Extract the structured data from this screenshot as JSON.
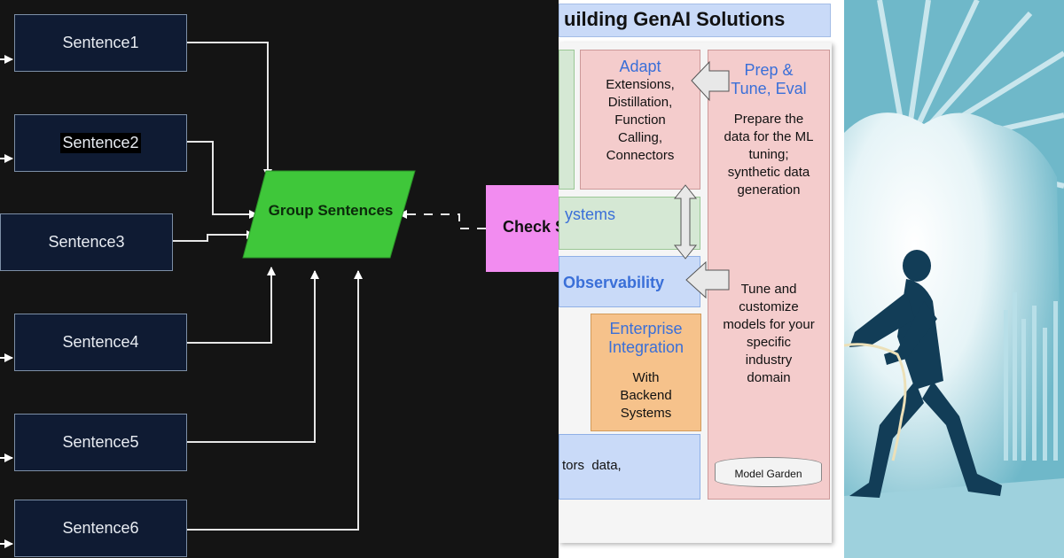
{
  "left_diagram": {
    "sentences": [
      "Sentence1",
      "Sentence2",
      "Sentence3",
      "Sentence4",
      "Sentence5",
      "Sentence6"
    ],
    "group_label": "Group Sentences",
    "check_label": "Check S"
  },
  "middle_diagram": {
    "title": "uilding GenAI Solutions",
    "adapt": {
      "title": "Adapt",
      "lines": [
        "Extensions,",
        "Distillation,",
        "Function",
        "Calling,",
        "Connectors"
      ]
    },
    "prep": {
      "title_lines": [
        "Prep &",
        "Tune, Eval"
      ],
      "desc1_lines": [
        "Prepare the",
        "data for the ML",
        "tuning;",
        "synthetic data",
        "generation"
      ],
      "desc2_lines": [
        "Tune and",
        "customize",
        "models for your",
        "specific",
        "industry",
        "domain"
      ],
      "model_garden": "Model Garden"
    },
    "systems_label": "ystems",
    "observability_label": "Observability",
    "enterprise": {
      "title_lines": [
        "Enterprise",
        "Integration"
      ],
      "body_lines": [
        "With",
        "Backend",
        "Systems"
      ]
    },
    "bottom_text": "tors  data,"
  },
  "colors": {
    "dark_bg": "#141414",
    "sentence_fill": "#0f1b33",
    "group_fill": "#3fc73a",
    "check_fill": "#f28cf0",
    "green_box": "#d5e8d4",
    "pink_box": "#f4cccc",
    "blue_box": "#c9daf8",
    "orange_box": "#f6c28b",
    "sky": "#6fb8c9",
    "silhouette": "#123d57"
  }
}
